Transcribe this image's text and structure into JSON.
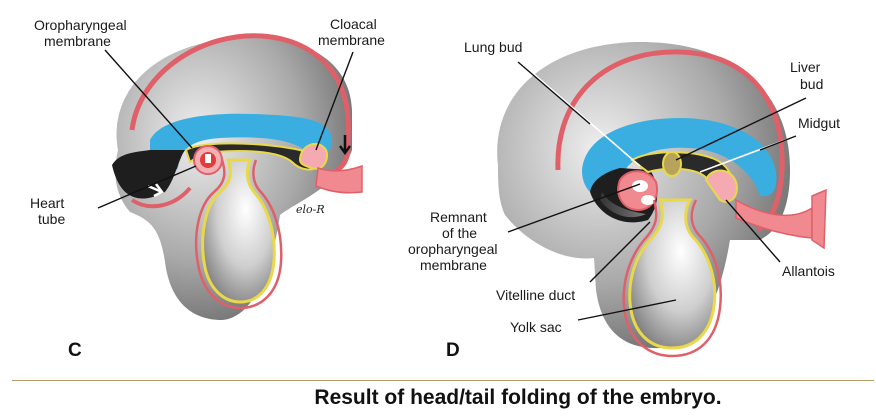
{
  "panels": [
    {
      "letter": "C",
      "labels": {
        "oropharyngeal": [
          "Oropharyngeal",
          "membrane"
        ],
        "cloacal": [
          "Cloacal",
          "membrane"
        ],
        "heart": [
          "Heart",
          "tube"
        ]
      },
      "signature": "elo-R"
    },
    {
      "letter": "D",
      "labels": {
        "lung_bud": "Lung bud",
        "liver_bud": [
          "Liver",
          "bud"
        ],
        "midgut": "Midgut",
        "remnant": [
          "Remnant",
          "of the",
          "oropharyngeal",
          "membrane"
        ],
        "allantois": "Allantois",
        "vitelline": "Vitelline duct",
        "yolk_sac": "Yolk sac"
      }
    }
  ],
  "caption": "Result of head/tail folding of the embryo.",
  "colors": {
    "ectoderm": "#e0606a",
    "mesoderm": "#f4aab0",
    "amnion_cavity": "#3aaee0",
    "endoderm_line": "#e8d84a",
    "gut": "#1a1a1a",
    "outer_gray": "#8f8f8f",
    "inner_gray": "#c9c9c9",
    "heart": "#e23b3b",
    "rule": "#b59a6a"
  },
  "icons": [
    "growth-arrow-icon"
  ]
}
